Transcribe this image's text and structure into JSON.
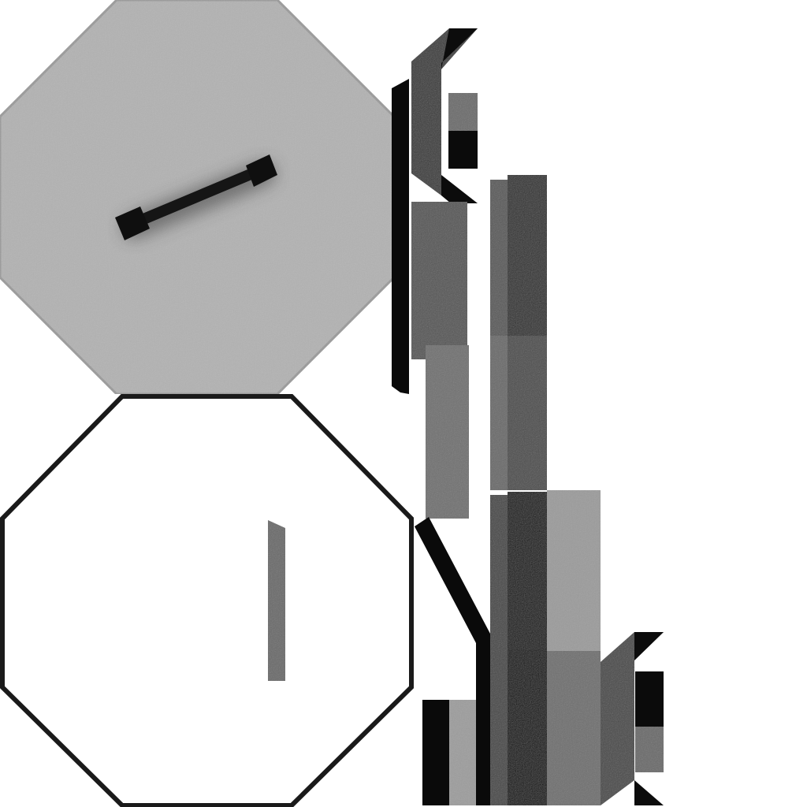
{
  "scene": {
    "background_color": "#ffffff",
    "description_colors": {
      "light_panel": "#b2b2b2",
      "panel_edge": "#9a9a9a",
      "outline": "#1a1a1a",
      "black": "#0a0a0a",
      "dark": "#2e2e2e",
      "mid_dark": "#474747",
      "mid": "#5e5e5e",
      "mid_light": "#747474",
      "light": "#9b9b9b"
    },
    "shapes": [
      "filled-octagon",
      "handle-bar",
      "outlined-octagon",
      "small-vertical-bar",
      "tall-black-strip",
      "bent-bracket",
      "small-block",
      "tall-panels",
      "diagonal-strut",
      "lower-blocks"
    ]
  }
}
